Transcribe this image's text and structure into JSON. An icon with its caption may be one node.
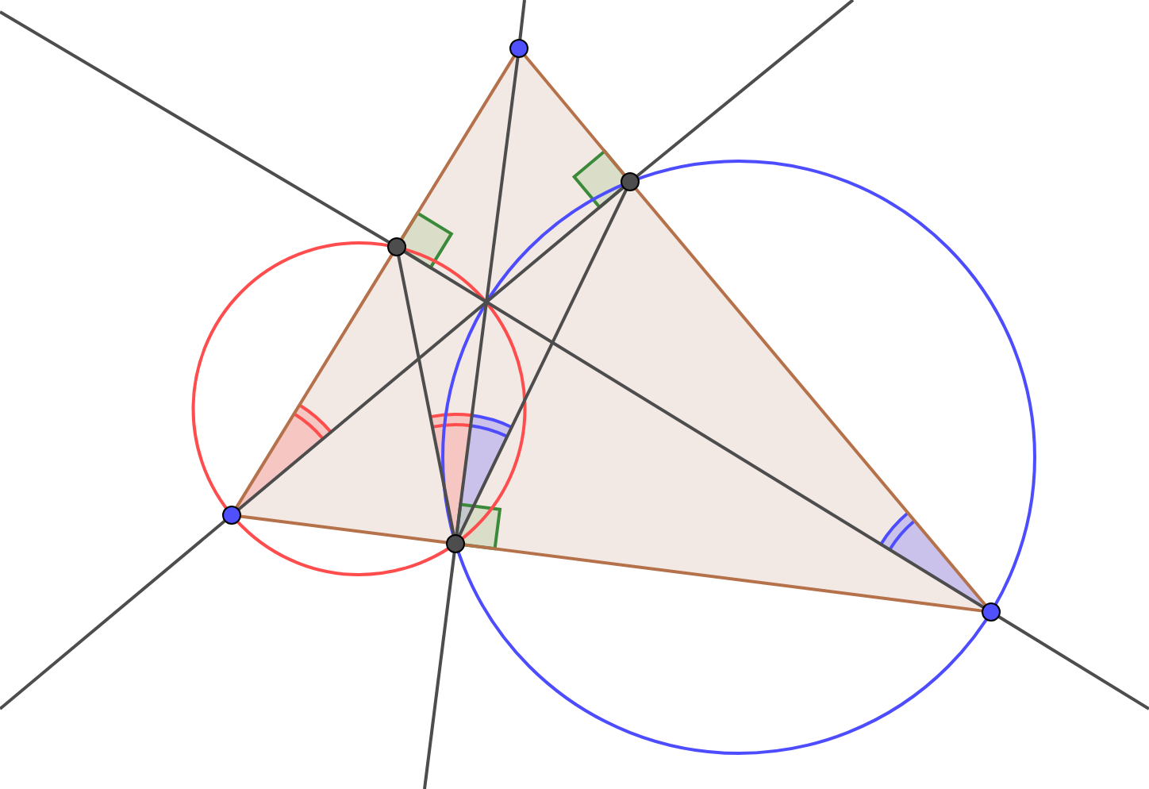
{
  "diagram": {
    "nodes": [
      {
        "text": [],
        "shape": "circle"
      },
      {
        "text": [],
        "shape": "circle"
      },
      {
        "text": [],
        "shape": "circle"
      },
      {
        "text": [],
        "shape": "circle"
      },
      {
        "text": [],
        "shape": "circle"
      },
      {
        "text": [],
        "shape": "circle"
      }
    ],
    "edges": [
      {
        "from": 0,
        "to": 2,
        "arrow": "none"
      },
      {
        "from": 2,
        "to": 3,
        "arrow": "none"
      },
      {
        "from": 0,
        "to": 1,
        "arrow": "none"
      },
      {
        "from": 1,
        "to": 5,
        "arrow": "none"
      },
      {
        "from": 3,
        "to": 4,
        "arrow": "none"
      },
      {
        "from": 4,
        "to": 5,
        "arrow": "none"
      },
      {
        "from": 0,
        "to": 4,
        "arrow": "none",
        "color": "#4d4d4d"
      },
      {
        "from": 5,
        "to": 2,
        "arrow": "none",
        "color": "#4d4d4d"
      },
      {
        "from": 3,
        "to": 1,
        "arrow": "none",
        "color": "#4d4d4d"
      },
      {
        "from": 2,
        "to": 4,
        "arrow": "none",
        "color": "#4d4d4d"
      },
      {
        "from": 1,
        "to": 4,
        "arrow": "none",
        "color": "#4d4d4d"
      }
    ]
  }
}
